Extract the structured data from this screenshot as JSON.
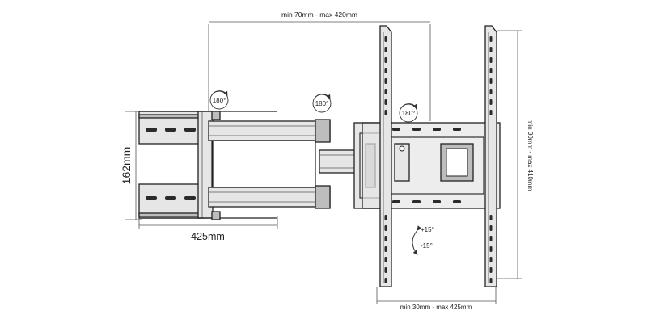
{
  "dimensions": {
    "arm_extension": "min 70mm - max 420mm",
    "vesa_width": "min 30mm - max 425mm",
    "vesa_height": "min 30mm - max 410mm",
    "wall_plate_height": "162mm",
    "wall_plate_width": "425mm"
  },
  "rotation_labels": [
    "180°",
    "180°",
    "180°"
  ],
  "tilt": {
    "up": "+15°",
    "down": "-15°"
  },
  "icons": [
    "rotation-arrow-icon",
    "tilt-arrow-icon"
  ]
}
